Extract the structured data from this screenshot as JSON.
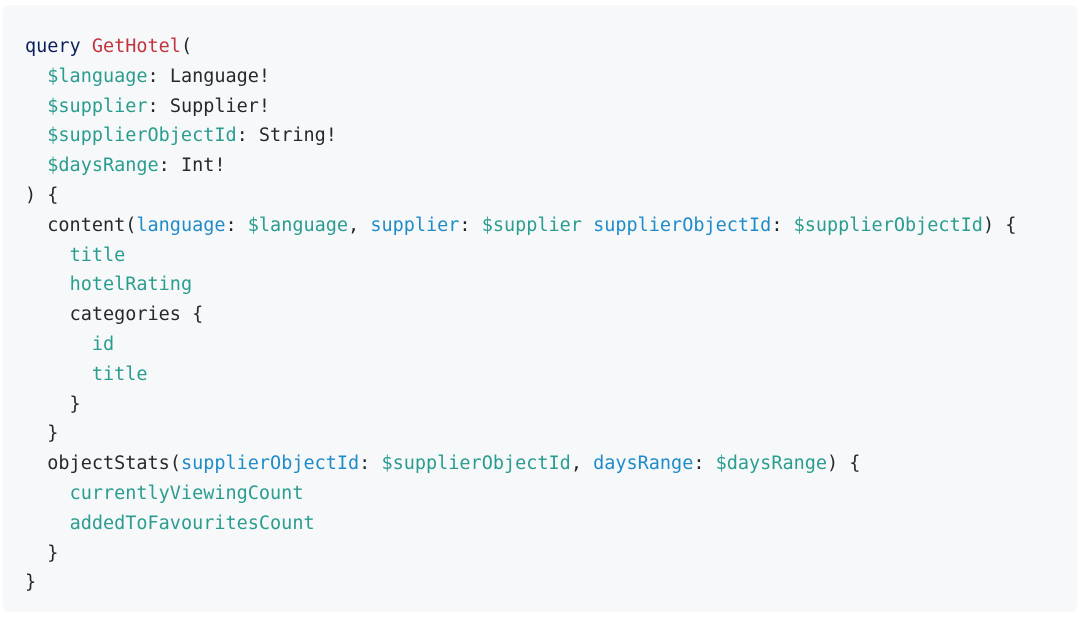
{
  "code": {
    "language_keyword": "query",
    "operation_name": "GetHotel",
    "variables": [
      {
        "name": "$language",
        "type": "Language!"
      },
      {
        "name": "$supplier",
        "type": "Supplier!"
      },
      {
        "name": "$supplierObjectId",
        "type": "String!"
      },
      {
        "name": "$daysRange",
        "type": "Int!"
      }
    ],
    "content_field": "content",
    "content_args": [
      {
        "arg": "language",
        "value": "$language"
      },
      {
        "arg": "supplier",
        "value": "$supplier"
      },
      {
        "arg": "supplierObjectId",
        "value": "$supplierObjectId"
      }
    ],
    "content_selections": [
      "title",
      "hotelRating"
    ],
    "categories_field": "categories",
    "categories_selections": [
      "id",
      "title"
    ],
    "stats_field": "objectStats",
    "stats_args": [
      {
        "arg": "supplierObjectId",
        "value": "$supplierObjectId"
      },
      {
        "arg": "daysRange",
        "value": "$daysRange"
      }
    ],
    "stats_selections": [
      "currentlyViewingCount",
      "addedToFavouritesCount"
    ]
  },
  "colors": {
    "background": "#f6f8fa",
    "keyword": "#0b1f5c",
    "operation_name": "#c3333e",
    "variable": "#2a9d8f",
    "argument": "#1f8bc9",
    "text": "#24292e"
  }
}
